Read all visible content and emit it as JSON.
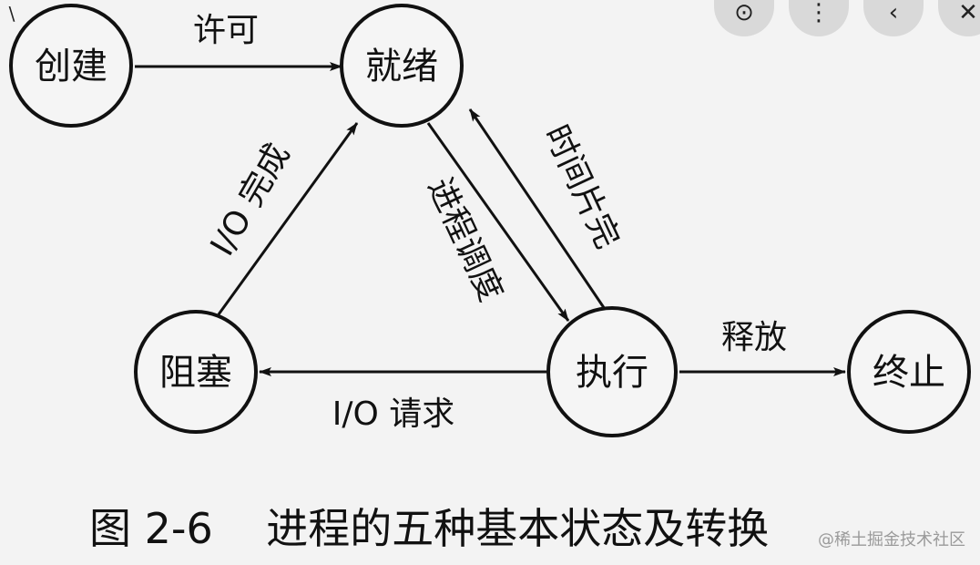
{
  "nodes": {
    "create": "创建",
    "ready": "就绪",
    "block": "阻塞",
    "run": "执行",
    "terminate": "终止"
  },
  "edges": {
    "permit": "许可",
    "io_done": "I/O 完成",
    "schedule": "进程调度",
    "timeslice": "时间片完",
    "release": "释放",
    "io_request": "I/O 请求"
  },
  "caption": "图 2-6    进程的五种基本状态及转换",
  "watermark": "@稀土掘金技术社区",
  "toolbar": {
    "buttons": [
      {
        "icon": "lens-icon",
        "glyph": "⊙"
      },
      {
        "icon": "more-vertical-icon",
        "glyph": "⋮"
      },
      {
        "icon": "chevron-left-icon",
        "glyph": "‹"
      },
      {
        "icon": "close-icon",
        "glyph": "✕"
      }
    ],
    "left_glyph": "\\"
  }
}
